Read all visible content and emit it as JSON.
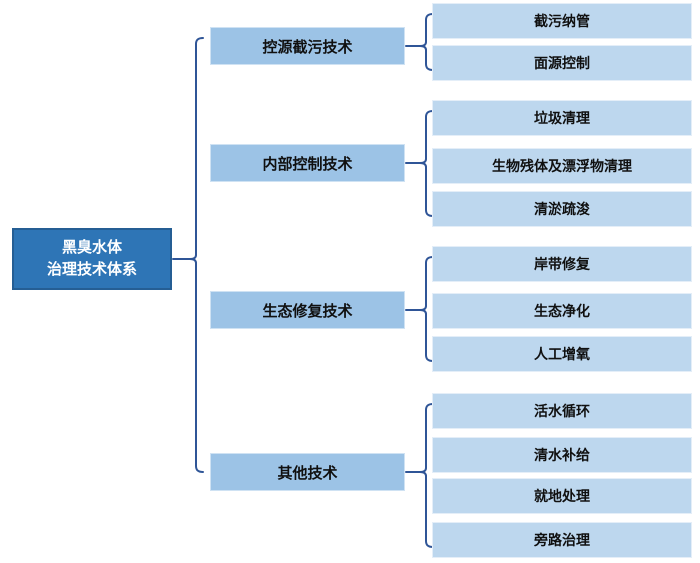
{
  "diagram": {
    "root": {
      "line1": "黑臭水体",
      "line2": "治理技术体系"
    },
    "branches": [
      {
        "label": "控源截污技术",
        "children": [
          "截污纳管",
          "面源控制"
        ]
      },
      {
        "label": "内部控制技术",
        "children": [
          "垃圾清理",
          "生物残体及漂浮物清理",
          "清淤疏浚"
        ]
      },
      {
        "label": "生态修复技术",
        "children": [
          "岸带修复",
          "生态净化",
          "人工增氧"
        ]
      },
      {
        "label": "其他技术",
        "children": [
          "活水循环",
          "清水补给",
          "就地处理",
          "旁路治理"
        ]
      }
    ],
    "colors": {
      "root_fill": "#2E75B6",
      "root_border": "#255E94",
      "branch_fill": "#9CC3E6",
      "branch_border": "#CFE2F3",
      "child_fill": "#BDD7EE",
      "child_border": "#E4EEF8",
      "connector": "#2F5597",
      "text_light": "#FFFFFF"
    }
  }
}
